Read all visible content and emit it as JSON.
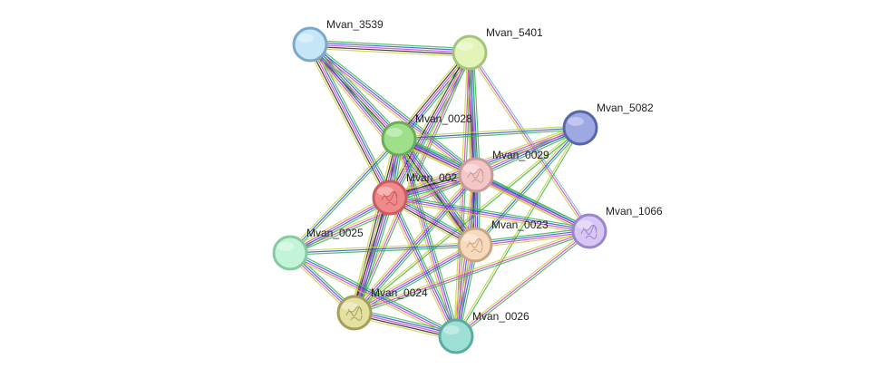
{
  "network": {
    "nodes": [
      {
        "id": "Mvan_3539",
        "label": "Mvan_3539",
        "fill": "#c5e6f7",
        "stroke": "#7aa9c9",
        "structure": false
      },
      {
        "id": "Mvan_5401",
        "label": "Mvan_5401",
        "fill": "#e3f4b8",
        "stroke": "#a3c47a",
        "structure": false
      },
      {
        "id": "Mvan_5082",
        "label": "Mvan_5082",
        "fill": "#9ea8e3",
        "stroke": "#5866a8",
        "structure": false
      },
      {
        "id": "Mvan_0028",
        "label": "Mvan_0028",
        "fill": "#9ee08a",
        "stroke": "#6aab5c",
        "structure": false
      },
      {
        "id": "Mvan_0029",
        "label": "Mvan_0029",
        "fill": "#f4c6c6",
        "stroke": "#c99a9a",
        "structure": true
      },
      {
        "id": "Mvan_002",
        "label": "Mvan_002",
        "fill": "#f08a8a",
        "stroke": "#c95c5c",
        "structure": true
      },
      {
        "id": "Mvan_1066",
        "label": "Mvan_1066",
        "fill": "#d8c6f4",
        "stroke": "#9a86c9",
        "structure": true
      },
      {
        "id": "Mvan_0023",
        "label": "Mvan_0023",
        "fill": "#f7d9bd",
        "stroke": "#c9a583",
        "structure": true
      },
      {
        "id": "Mvan_0025",
        "label": "Mvan_0025",
        "fill": "#c2f4d8",
        "stroke": "#86c9a3",
        "structure": false
      },
      {
        "id": "Mvan_0024",
        "label": "Mvan_0024",
        "fill": "#e3e0a0",
        "stroke": "#a39e5c",
        "structure": true
      },
      {
        "id": "Mvan_0026",
        "label": "Mvan_0026",
        "fill": "#9ee0d6",
        "stroke": "#5cab9e",
        "structure": false
      }
    ],
    "edges": [
      {
        "a": "Mvan_3539",
        "b": "Mvan_5401",
        "colors": [
          "#3ab54a",
          "#2a52d8",
          "#d23cd2",
          "#222222",
          "#c8d23c"
        ]
      },
      {
        "a": "Mvan_3539",
        "b": "Mvan_0028",
        "colors": [
          "#3ab54a",
          "#2a52d8",
          "#d23cd2",
          "#222222",
          "#c8d23c"
        ]
      },
      {
        "a": "Mvan_3539",
        "b": "Mvan_002",
        "colors": [
          "#3ab54a",
          "#2a52d8",
          "#d23cd2",
          "#222222",
          "#c8d23c"
        ]
      },
      {
        "a": "Mvan_3539",
        "b": "Mvan_0029",
        "colors": [
          "#3ab54a",
          "#2a52d8",
          "#d23cd2",
          "#c8d23c"
        ]
      },
      {
        "a": "Mvan_3539",
        "b": "Mvan_0023",
        "colors": [
          "#3ab54a",
          "#2a52d8",
          "#d23cd2",
          "#c8d23c"
        ]
      },
      {
        "a": "Mvan_5401",
        "b": "Mvan_0028",
        "colors": [
          "#3ab54a",
          "#2a52d8",
          "#d23cd2",
          "#222222",
          "#c8d23c"
        ]
      },
      {
        "a": "Mvan_5401",
        "b": "Mvan_002",
        "colors": [
          "#3ab54a",
          "#2a52d8",
          "#d23cd2",
          "#222222",
          "#c8d23c"
        ]
      },
      {
        "a": "Mvan_5401",
        "b": "Mvan_0029",
        "colors": [
          "#3ab54a",
          "#2a52d8",
          "#d23cd2",
          "#222222",
          "#c8d23c"
        ]
      },
      {
        "a": "Mvan_5401",
        "b": "Mvan_0023",
        "colors": [
          "#3ab54a",
          "#2a52d8",
          "#d23cd2",
          "#c8d23c"
        ]
      },
      {
        "a": "Mvan_5401",
        "b": "Mvan_1066",
        "colors": [
          "#6fb7d9",
          "#d23cd2",
          "#c8d23c"
        ]
      },
      {
        "a": "Mvan_5401",
        "b": "Mvan_0024",
        "colors": [
          "#3ab54a",
          "#d23cd2",
          "#c8d23c"
        ]
      },
      {
        "a": "Mvan_5401",
        "b": "Mvan_0026",
        "colors": [
          "#3ab54a",
          "#d23cd2",
          "#c8d23c"
        ]
      },
      {
        "a": "Mvan_5082",
        "b": "Mvan_0028",
        "colors": [
          "#3ab54a",
          "#2a52d8",
          "#c8d23c"
        ]
      },
      {
        "a": "Mvan_5082",
        "b": "Mvan_002",
        "colors": [
          "#3ab54a",
          "#2a52d8",
          "#d23cd2",
          "#c8d23c"
        ]
      },
      {
        "a": "Mvan_5082",
        "b": "Mvan_0029",
        "colors": [
          "#3ab54a",
          "#2a52d8",
          "#d23cd2",
          "#c8d23c"
        ]
      },
      {
        "a": "Mvan_5082",
        "b": "Mvan_0023",
        "colors": [
          "#3ab54a",
          "#2a52d8",
          "#c8d23c"
        ]
      },
      {
        "a": "Mvan_5082",
        "b": "Mvan_0024",
        "colors": [
          "#3ab54a",
          "#c8d23c"
        ]
      },
      {
        "a": "Mvan_5082",
        "b": "Mvan_0026",
        "colors": [
          "#3ab54a",
          "#c8d23c"
        ]
      },
      {
        "a": "Mvan_0028",
        "b": "Mvan_002",
        "colors": [
          "#3ab54a",
          "#2a52d8",
          "#d23cd2",
          "#222222",
          "#c8d23c"
        ]
      },
      {
        "a": "Mvan_0028",
        "b": "Mvan_0029",
        "colors": [
          "#3ab54a",
          "#2a52d8",
          "#d23cd2",
          "#222222",
          "#c8d23c"
        ]
      },
      {
        "a": "Mvan_0028",
        "b": "Mvan_0023",
        "colors": [
          "#3ab54a",
          "#2a52d8",
          "#d23cd2",
          "#222222",
          "#c8d23c"
        ]
      },
      {
        "a": "Mvan_0028",
        "b": "Mvan_1066",
        "colors": [
          "#3ab54a",
          "#2a52d8",
          "#d23cd2",
          "#c8d23c"
        ]
      },
      {
        "a": "Mvan_0028",
        "b": "Mvan_0025",
        "colors": [
          "#3ab54a",
          "#2a52d8",
          "#c8d23c"
        ]
      },
      {
        "a": "Mvan_0028",
        "b": "Mvan_0024",
        "colors": [
          "#3ab54a",
          "#2a52d8",
          "#d23cd2",
          "#222222",
          "#c8d23c"
        ]
      },
      {
        "a": "Mvan_0028",
        "b": "Mvan_0026",
        "colors": [
          "#3ab54a",
          "#2a52d8",
          "#d23cd2",
          "#c8d23c"
        ]
      },
      {
        "a": "Mvan_0029",
        "b": "Mvan_002",
        "colors": [
          "#3ab54a",
          "#2a52d8",
          "#d23cd2",
          "#222222",
          "#c8d23c"
        ]
      },
      {
        "a": "Mvan_0029",
        "b": "Mvan_0023",
        "colors": [
          "#3ab54a",
          "#2a52d8",
          "#d23cd2",
          "#222222",
          "#c8d23c"
        ]
      },
      {
        "a": "Mvan_0029",
        "b": "Mvan_1066",
        "colors": [
          "#3ab54a",
          "#2a52d8",
          "#d23cd2",
          "#c8d23c"
        ]
      },
      {
        "a": "Mvan_0029",
        "b": "Mvan_0025",
        "colors": [
          "#3ab54a",
          "#d23cd2",
          "#c8d23c"
        ]
      },
      {
        "a": "Mvan_0029",
        "b": "Mvan_0024",
        "colors": [
          "#3ab54a",
          "#2a52d8",
          "#d23cd2",
          "#c8d23c"
        ]
      },
      {
        "a": "Mvan_0029",
        "b": "Mvan_0026",
        "colors": [
          "#3ab54a",
          "#2a52d8",
          "#d23cd2",
          "#c8d23c"
        ]
      },
      {
        "a": "Mvan_002",
        "b": "Mvan_0023",
        "colors": [
          "#3ab54a",
          "#2a52d8",
          "#d23cd2",
          "#222222",
          "#c8d23c"
        ]
      },
      {
        "a": "Mvan_002",
        "b": "Mvan_1066",
        "colors": [
          "#3ab54a",
          "#2a52d8",
          "#d23cd2",
          "#c8d23c"
        ]
      },
      {
        "a": "Mvan_002",
        "b": "Mvan_0025",
        "colors": [
          "#3ab54a",
          "#2a52d8",
          "#d23cd2",
          "#c8d23c"
        ]
      },
      {
        "a": "Mvan_002",
        "b": "Mvan_0024",
        "colors": [
          "#3ab54a",
          "#2a52d8",
          "#d23cd2",
          "#222222",
          "#c8d23c"
        ]
      },
      {
        "a": "Mvan_002",
        "b": "Mvan_0026",
        "colors": [
          "#3ab54a",
          "#2a52d8",
          "#d23cd2",
          "#c8d23c"
        ]
      },
      {
        "a": "Mvan_0023",
        "b": "Mvan_1066",
        "colors": [
          "#3ab54a",
          "#2a52d8",
          "#d23cd2",
          "#c8d23c"
        ]
      },
      {
        "a": "Mvan_0023",
        "b": "Mvan_0025",
        "colors": [
          "#3ab54a",
          "#2a52d8",
          "#c8d23c"
        ]
      },
      {
        "a": "Mvan_0023",
        "b": "Mvan_0024",
        "colors": [
          "#3ab54a",
          "#2a52d8",
          "#d23cd2",
          "#c8d23c"
        ]
      },
      {
        "a": "Mvan_0023",
        "b": "Mvan_0026",
        "colors": [
          "#3ab54a",
          "#2a52d8",
          "#d23cd2",
          "#c8d23c"
        ]
      },
      {
        "a": "Mvan_1066",
        "b": "Mvan_0024",
        "colors": [
          "#3ab54a",
          "#d23cd2",
          "#c8d23c"
        ]
      },
      {
        "a": "Mvan_1066",
        "b": "Mvan_0026",
        "colors": [
          "#3ab54a",
          "#d23cd2",
          "#c8d23c"
        ]
      },
      {
        "a": "Mvan_0025",
        "b": "Mvan_0024",
        "colors": [
          "#3ab54a",
          "#2a52d8",
          "#d23cd2",
          "#c8d23c"
        ]
      },
      {
        "a": "Mvan_0025",
        "b": "Mvan_0026",
        "colors": [
          "#3ab54a",
          "#2a52d8",
          "#d23cd2",
          "#c8d23c"
        ]
      },
      {
        "a": "Mvan_0024",
        "b": "Mvan_0026",
        "colors": [
          "#3ab54a",
          "#2a52d8",
          "#d23cd2",
          "#222222",
          "#c8d23c"
        ]
      }
    ]
  }
}
